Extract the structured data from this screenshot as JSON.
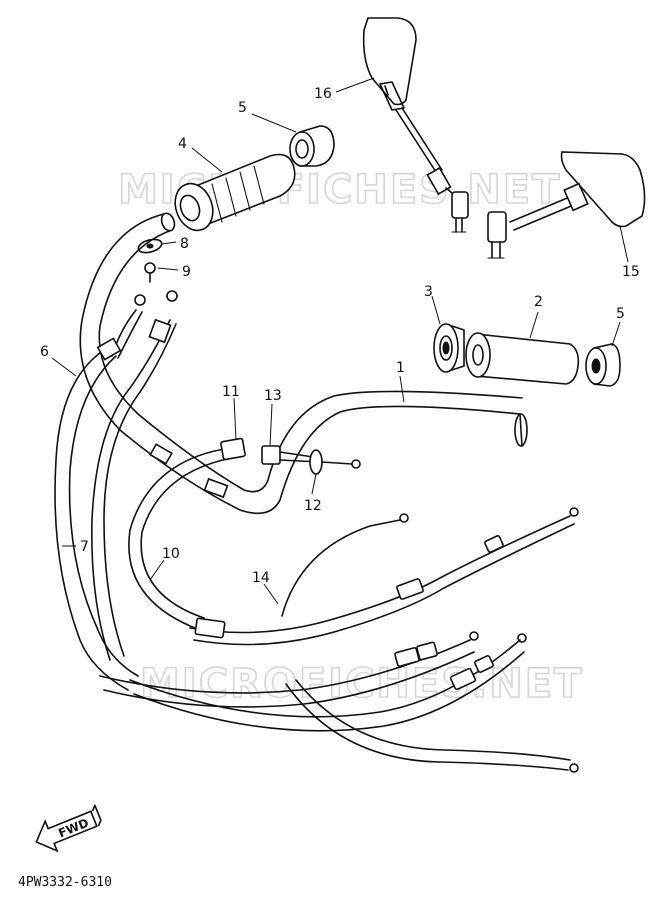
{
  "watermark": {
    "top": "MICROFICHES.NET",
    "bottom": "MICROFICHES.NET"
  },
  "callouts": [
    "1",
    "2",
    "3",
    "4",
    "5",
    "5",
    "6",
    "7",
    "8",
    "9",
    "10",
    "11",
    "12",
    "13",
    "14",
    "15",
    "16"
  ],
  "forward_badge": "FWD",
  "diagram_code": "4PW3332-6310"
}
